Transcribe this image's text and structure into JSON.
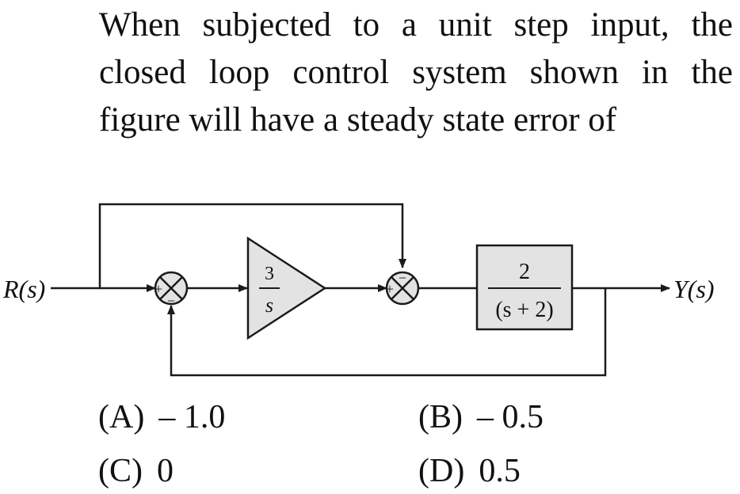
{
  "question": {
    "lines": [
      "When subjected to a unit step input, the",
      "closed loop control system shown in the",
      "figure will have a steady state error of"
    ]
  },
  "diagram": {
    "input_label": "R(s)",
    "output_label": "Y(s)",
    "integrator": {
      "numerator": "3",
      "denominator": "s"
    },
    "plant": {
      "numerator": "2",
      "denominator": "(s + 2)"
    },
    "junction1": {
      "left_sign": "+",
      "bottom_sign": "−"
    },
    "junction2": {
      "left_sign": "+",
      "top_sign": "−"
    },
    "colors": {
      "block_fill": "#e3e3e3",
      "line": "#1a1a1a"
    }
  },
  "options": [
    {
      "label": "(A)",
      "value": "– 1.0"
    },
    {
      "label": "(B)",
      "value": "– 0.5"
    },
    {
      "label": "(C)",
      "value": "0"
    },
    {
      "label": "(D)",
      "value": "0.5"
    }
  ]
}
